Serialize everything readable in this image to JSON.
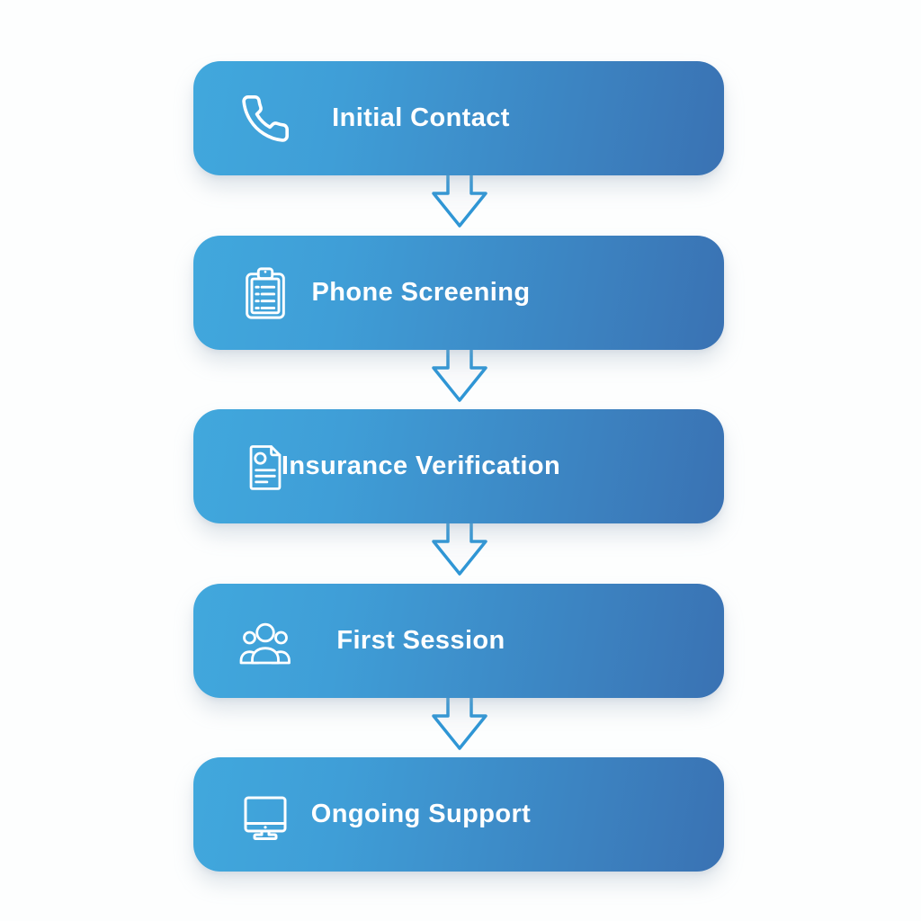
{
  "diagram": {
    "type": "process-flowchart",
    "orientation": "vertical",
    "steps": [
      {
        "label": "Initial Contact",
        "icon": "phone-icon"
      },
      {
        "label": "Phone Screening",
        "icon": "clipboard-checklist-icon"
      },
      {
        "label": "Insurance Verification",
        "icon": "document-icon"
      },
      {
        "label": "First Session",
        "icon": "people-group-icon"
      },
      {
        "label": "Ongoing Support",
        "icon": "monitor-icon"
      }
    ],
    "connector": "hollow-down-arrow",
    "colors": {
      "block_gradient_start": "#41a8dd",
      "block_gradient_end": "#3a72b3",
      "arrow_stroke": "#2f96d5",
      "arrow_fill": "#fafbfc",
      "icon_stroke": "#ffffff",
      "label_text": "#ffffff",
      "background": "#fdfefe"
    }
  }
}
